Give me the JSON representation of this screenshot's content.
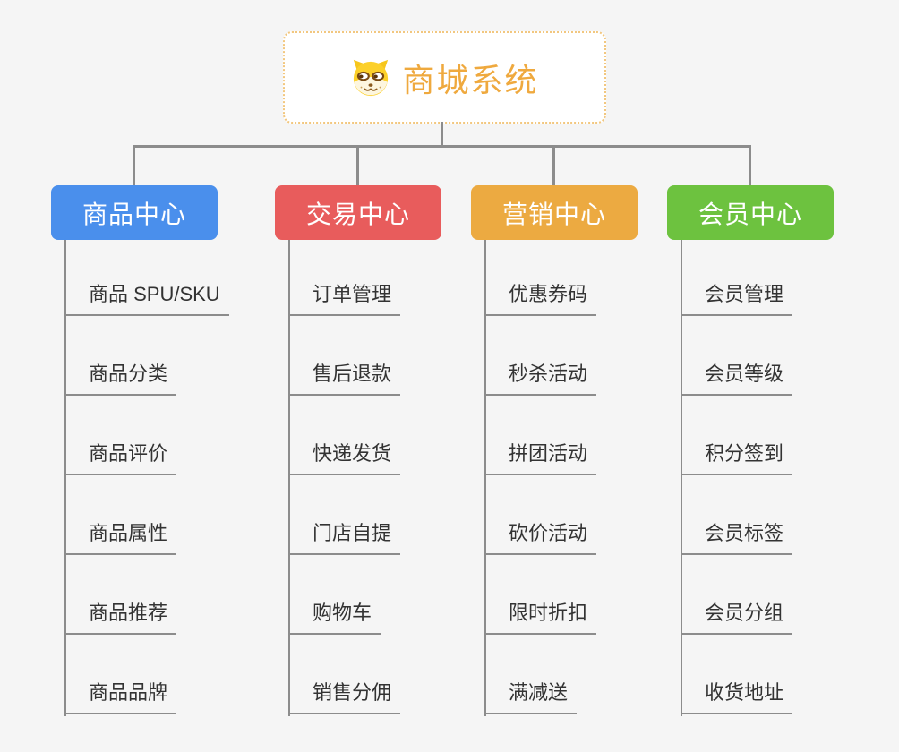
{
  "root": {
    "title": "商城系统",
    "icon": "shiba-dog-icon",
    "title_color": "#EFA93E",
    "border_color": "#F2C77F"
  },
  "branches": [
    {
      "label": "商品中心",
      "color": "#4A8FEC",
      "items": [
        "商品 SPU/SKU",
        "商品分类",
        "商品评价",
        "商品属性",
        "商品推荐",
        "商品品牌"
      ]
    },
    {
      "label": "交易中心",
      "color": "#E85C5C",
      "items": [
        "订单管理",
        "售后退款",
        "快递发货",
        "门店自提",
        "购物车",
        "销售分佣"
      ]
    },
    {
      "label": "营销中心",
      "color": "#ECAA41",
      "items": [
        "优惠券码",
        "秒杀活动",
        "拼团活动",
        "砍价活动",
        "限时折扣",
        "满减送"
      ]
    },
    {
      "label": "会员中心",
      "color": "#6DC23F",
      "items": [
        "会员管理",
        "会员等级",
        "积分签到",
        "会员标签",
        "会员分组",
        "收货地址"
      ]
    }
  ],
  "colors": {
    "background": "#F5F5F5",
    "connector": "#8C8C8C",
    "item_text": "#333333"
  }
}
